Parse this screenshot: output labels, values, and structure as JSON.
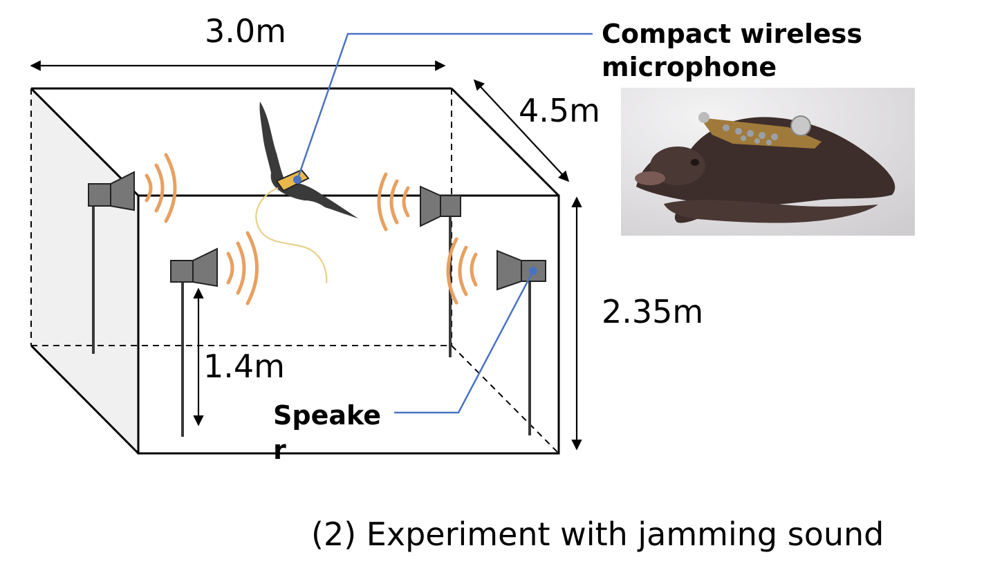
{
  "labels": {
    "width": "3.0m",
    "depth": "4.5m",
    "height": "2.35m",
    "speaker_height": "1.4m",
    "mic_line1": "Compact wireless",
    "mic_line2": "microphone",
    "speaker_line1": "Speake",
    "speaker_line2": "r",
    "caption": "(2) Experiment with jamming sound"
  },
  "colors": {
    "wave": "#E8A060",
    "leader": "#4A72C4",
    "speaker": "#777777",
    "bat": "#3a3a3a",
    "side_wall": "#f0f0f0"
  },
  "icons": [
    "speaker-icon",
    "bat-icon",
    "bat-photo"
  ]
}
